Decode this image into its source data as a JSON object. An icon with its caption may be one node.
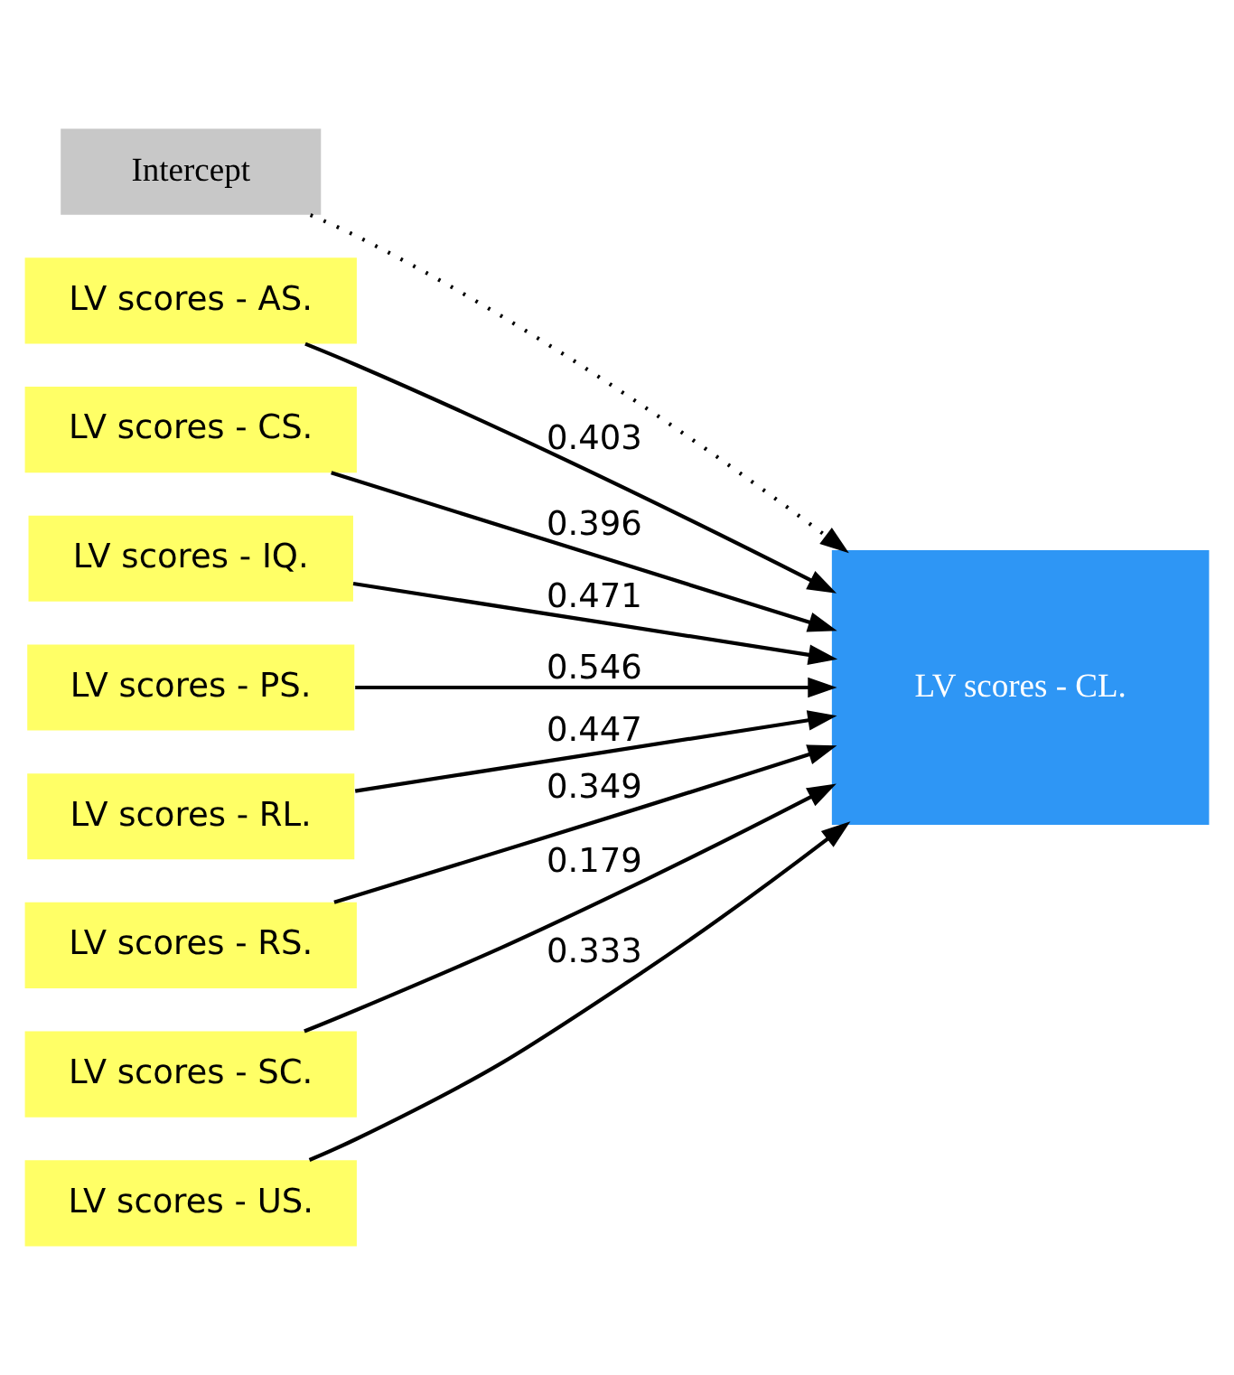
{
  "diagram": {
    "nodes": [
      {
        "text": [
          "Intercept"
        ]
      },
      {
        "text": [
          "LV scores - AS."
        ]
      },
      {
        "text": [
          "LV scores - CS."
        ]
      },
      {
        "text": [
          "LV scores - IQ."
        ]
      },
      {
        "text": [
          "LV scores - PS."
        ]
      },
      {
        "text": [
          "LV scores - RL."
        ]
      },
      {
        "text": [
          "LV scores - RS."
        ]
      },
      {
        "text": [
          "LV scores - SC."
        ]
      },
      {
        "text": [
          "LV scores - US."
        ]
      },
      {
        "text": [
          "LV scores - CL."
        ]
      }
    ],
    "edges": [
      {
        "from": 0,
        "to": 9,
        "arrow": "to",
        "style": "dashed"
      },
      {
        "from": 1,
        "to": 9,
        "arrow": "to",
        "label": "0.403"
      },
      {
        "from": 2,
        "to": 9,
        "arrow": "to",
        "label": "0.396"
      },
      {
        "from": 3,
        "to": 9,
        "arrow": "to",
        "label": "0.471"
      },
      {
        "from": 4,
        "to": 9,
        "arrow": "to",
        "label": "0.546"
      },
      {
        "from": 5,
        "to": 9,
        "arrow": "to",
        "label": "0.447"
      },
      {
        "from": 6,
        "to": 9,
        "arrow": "to",
        "label": "0.349"
      },
      {
        "from": 7,
        "to": 9,
        "arrow": "to",
        "label": "0.179"
      },
      {
        "from": 8,
        "to": 9,
        "arrow": "to",
        "label": "0.333"
      }
    ]
  }
}
